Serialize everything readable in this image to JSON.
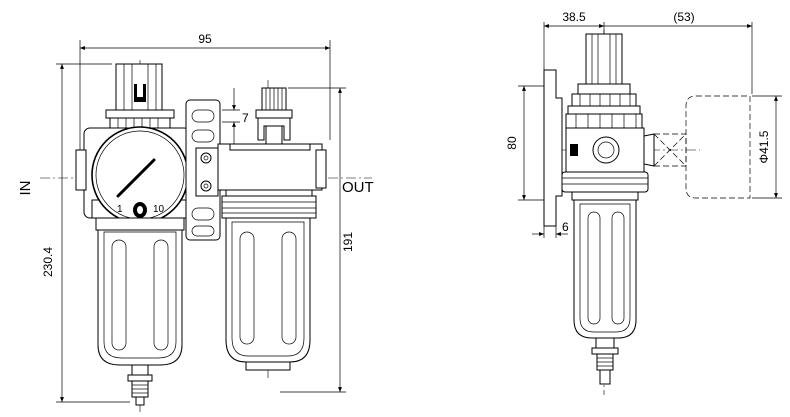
{
  "front_view": {
    "width_dim": "95",
    "height_overall_dim": "230.4",
    "height_right_dim": "191",
    "offset_dim": "7",
    "port_in_label": "IN",
    "port_out_label": "OUT",
    "gauge_min_label": "1",
    "gauge_max_label": "10"
  },
  "side_view": {
    "top_dim": "38.5",
    "top_right_dim": "(53)",
    "height_dim": "80",
    "bracket_dim": "6",
    "diameter_dim": "Φ41.5"
  }
}
